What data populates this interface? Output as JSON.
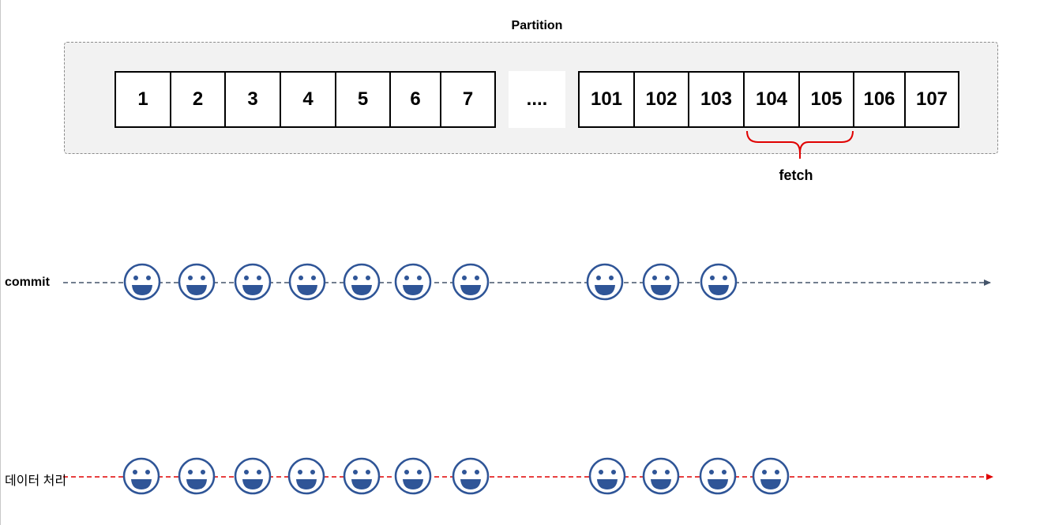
{
  "partition": {
    "title": "Partition",
    "offsets_left": [
      "1",
      "2",
      "3",
      "4",
      "5",
      "6",
      "7"
    ],
    "ellipsis": "....",
    "offsets_right": [
      "101",
      "102",
      "103",
      "104",
      "105",
      "106",
      "107"
    ]
  },
  "fetch": {
    "label": "fetch",
    "brace_color": "#e00000"
  },
  "commit_row": {
    "label": "commit",
    "line_color": "#44546a",
    "smiley_count": 10
  },
  "processing_row": {
    "label": "데이터 처리",
    "line_color": "#e00000",
    "smiley_count": 11
  },
  "smiley": {
    "icon": "smiley-face-icon",
    "color": "#2f5597"
  }
}
